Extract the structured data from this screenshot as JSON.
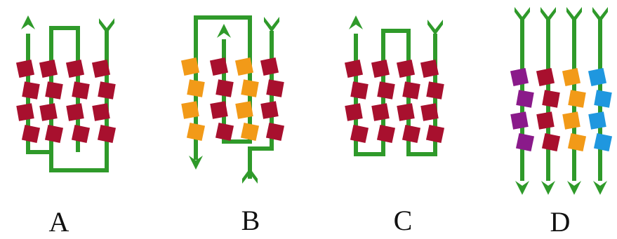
{
  "colors": {
    "strand": "#2f9a2a",
    "crimson": "#a8102e",
    "orange": "#f29a18",
    "purple": "#8a1a8a",
    "blue": "#1f97df"
  },
  "panels": [
    {
      "label": "A",
      "residue_colors": [
        "crimson",
        "crimson",
        "crimson",
        "crimson"
      ]
    },
    {
      "label": "B",
      "residue_colors": [
        "orange",
        "crimson",
        "orange",
        "crimson"
      ]
    },
    {
      "label": "C",
      "residue_colors": [
        "crimson",
        "crimson",
        "crimson",
        "crimson"
      ]
    },
    {
      "label": "D",
      "residue_colors": [
        "purple",
        "crimson",
        "orange",
        "blue"
      ]
    }
  ]
}
